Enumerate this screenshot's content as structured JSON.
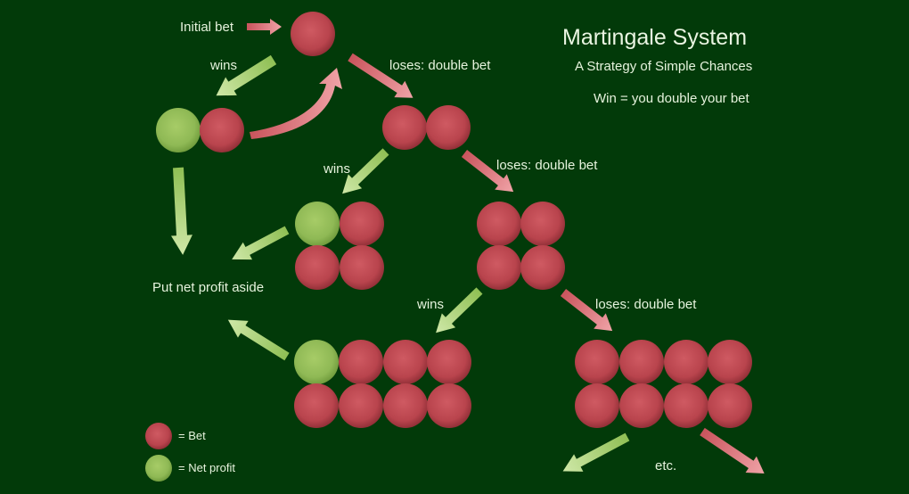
{
  "title": "Martingale System",
  "subtitle": "A Strategy of Simple Chances",
  "rule": "Win =  you double your bet",
  "labels": {
    "initial_bet": "Initial bet",
    "wins_1": "wins",
    "loses_1": "loses: double bet",
    "wins_2": "wins",
    "loses_2": "loses: double bet",
    "wins_3": "wins",
    "loses_3": "loses: double bet",
    "put_aside": "Put net profit aside",
    "etc": "etc."
  },
  "legend": {
    "bet": "= Bet",
    "net_profit": "= Net profit"
  },
  "colors": {
    "background": "#023a09",
    "bet": "#b8404a",
    "net_profit": "#8db84e",
    "arrow_lose": "#e58a8f",
    "arrow_win": "#b9dc88",
    "text": "#e6f3dd"
  }
}
